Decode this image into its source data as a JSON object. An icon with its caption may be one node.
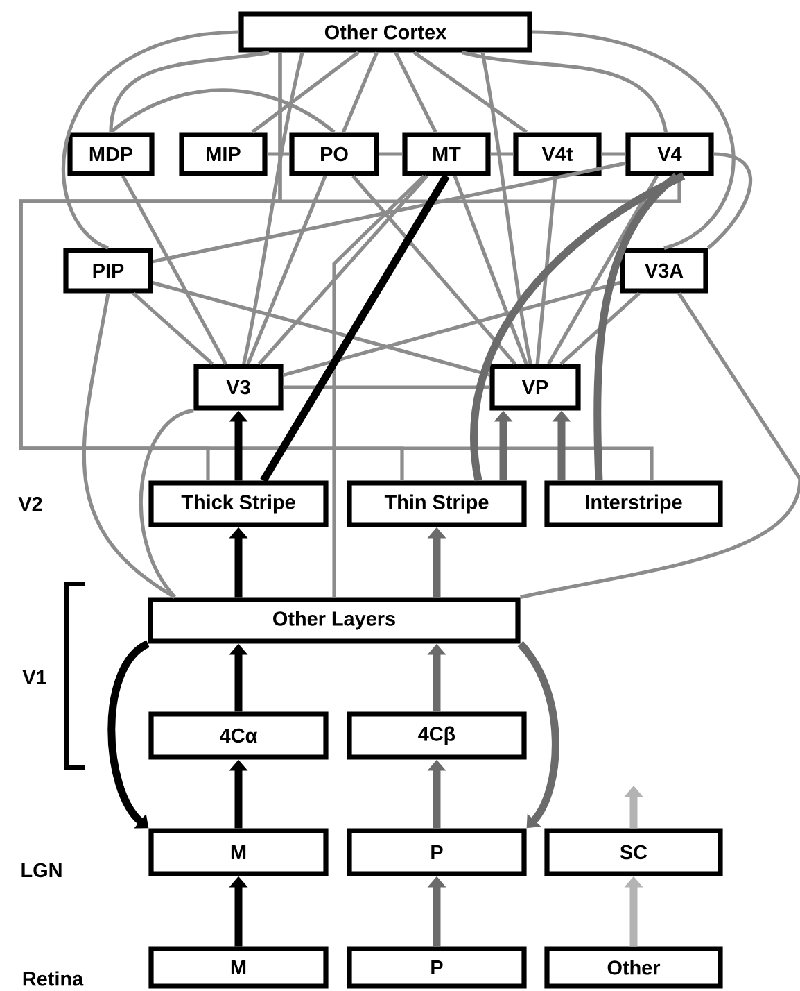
{
  "diagram": {
    "nodes": [
      {
        "text": [
          "Other Cortex"
        ]
      },
      {
        "text": [
          "MDP"
        ]
      },
      {
        "text": [
          "MIP"
        ]
      },
      {
        "text": [
          "PO"
        ]
      },
      {
        "text": [
          "MT"
        ]
      },
      {
        "text": [
          "V4t"
        ]
      },
      {
        "text": [
          "V4"
        ]
      },
      {
        "text": [
          "PIP"
        ]
      },
      {
        "text": [
          "V3A"
        ]
      },
      {
        "text": [
          "V3"
        ]
      },
      {
        "text": [
          "VP"
        ]
      },
      {
        "text": [
          "Thick Stripe"
        ]
      },
      {
        "text": [
          "Thin Stripe"
        ]
      },
      {
        "text": [
          "Interstripe"
        ]
      },
      {
        "text": [
          "Other Layers"
        ]
      },
      {
        "text": [
          "4Cα"
        ]
      },
      {
        "text": [
          "4Cβ"
        ]
      },
      {
        "text": [
          "M"
        ]
      },
      {
        "text": [
          "P"
        ]
      },
      {
        "text": [
          "SC"
        ]
      },
      {
        "text": [
          "M"
        ]
      },
      {
        "text": [
          "P"
        ]
      },
      {
        "text": [
          "Other"
        ]
      }
    ],
    "edges": [
      {
        "from": 0,
        "to": 1,
        "arrow": "none"
      },
      {
        "from": 0,
        "to": 2,
        "arrow": "none"
      },
      {
        "from": 0,
        "to": 3,
        "arrow": "none"
      },
      {
        "from": 0,
        "to": 4,
        "arrow": "none"
      },
      {
        "from": 0,
        "to": 5,
        "arrow": "none"
      },
      {
        "from": 0,
        "to": 6,
        "arrow": "none"
      },
      {
        "from": 0,
        "to": 7,
        "arrow": "none"
      },
      {
        "from": 0,
        "to": 8,
        "arrow": "none"
      },
      {
        "from": 0,
        "to": 9,
        "arrow": "none"
      },
      {
        "from": 0,
        "to": 10,
        "arrow": "none"
      },
      {
        "from": 1,
        "to": 3,
        "arrow": "none"
      },
      {
        "from": 2,
        "to": 3,
        "arrow": "none"
      },
      {
        "from": 3,
        "to": 4,
        "arrow": "none"
      },
      {
        "from": 4,
        "to": 5,
        "arrow": "none"
      },
      {
        "from": 5,
        "to": 6,
        "arrow": "none"
      },
      {
        "from": 7,
        "to": 9,
        "arrow": "none"
      },
      {
        "from": 7,
        "to": 10,
        "arrow": "none"
      },
      {
        "from": 9,
        "to": 10,
        "arrow": "none"
      },
      {
        "from": 3,
        "to": 10,
        "arrow": "none"
      },
      {
        "from": 4,
        "to": 10,
        "arrow": "none"
      },
      {
        "from": 5,
        "to": 10,
        "arrow": "none"
      },
      {
        "from": 6,
        "to": 10,
        "arrow": "none"
      },
      {
        "from": 8,
        "to": 10,
        "arrow": "none"
      },
      {
        "from": 4,
        "to": 9,
        "arrow": "none"
      },
      {
        "from": 3,
        "to": 9,
        "arrow": "none"
      },
      {
        "from": 1,
        "to": 9,
        "arrow": "none"
      },
      {
        "from": 8,
        "to": 9,
        "arrow": "none"
      },
      {
        "from": 7,
        "to": 6,
        "arrow": "none"
      },
      {
        "from": 11,
        "to": 0,
        "arrow": "none"
      },
      {
        "from": 12,
        "to": 0,
        "arrow": "none"
      },
      {
        "from": 13,
        "to": 6,
        "arrow": "none"
      },
      {
        "from": 14,
        "to": 4,
        "arrow": "none"
      },
      {
        "from": 14,
        "to": 8,
        "arrow": "none"
      },
      {
        "from": 14,
        "to": 9,
        "arrow": "none"
      },
      {
        "from": 14,
        "to": 7,
        "arrow": "none"
      },
      {
        "from": 6,
        "to": 8,
        "arrow": "none"
      },
      {
        "from": 20,
        "to": 17,
        "arrow": "to",
        "style": "thick",
        "color": "#000000"
      },
      {
        "from": 17,
        "to": 15,
        "arrow": "to",
        "style": "thick",
        "color": "#000000"
      },
      {
        "from": 15,
        "to": 14,
        "arrow": "to",
        "style": "thick",
        "color": "#000000"
      },
      {
        "from": 14,
        "to": 11,
        "arrow": "to",
        "style": "thick",
        "color": "#000000"
      },
      {
        "from": 11,
        "to": 9,
        "arrow": "to",
        "style": "thick",
        "color": "#000000"
      },
      {
        "from": 11,
        "to": 4,
        "arrow": "none",
        "style": "thick",
        "color": "#000000"
      },
      {
        "from": 14,
        "to": 17,
        "arrow": "to",
        "style": "thick",
        "color": "#000000"
      },
      {
        "from": 21,
        "to": 18,
        "arrow": "to",
        "style": "thick",
        "color": "#6b6b6b"
      },
      {
        "from": 18,
        "to": 16,
        "arrow": "to",
        "style": "thick",
        "color": "#6b6b6b"
      },
      {
        "from": 16,
        "to": 14,
        "arrow": "to",
        "style": "thick",
        "color": "#6b6b6b"
      },
      {
        "from": 14,
        "to": 12,
        "arrow": "to",
        "style": "thick",
        "color": "#6b6b6b"
      },
      {
        "from": 12,
        "to": 10,
        "arrow": "to",
        "style": "thick",
        "color": "#6b6b6b"
      },
      {
        "from": 13,
        "to": 10,
        "arrow": "to",
        "style": "thick",
        "color": "#6b6b6b"
      },
      {
        "from": 12,
        "to": 6,
        "arrow": "none",
        "style": "thick",
        "color": "#6b6b6b"
      },
      {
        "from": 13,
        "to": 6,
        "arrow": "none",
        "style": "thick",
        "color": "#6b6b6b"
      },
      {
        "from": 14,
        "to": 18,
        "arrow": "to",
        "style": "thick",
        "color": "#6b6b6b"
      },
      {
        "from": 22,
        "to": 19,
        "arrow": "to",
        "style": "thick",
        "color": "#b3b3b3"
      },
      {
        "from": 19,
        "to": null,
        "arrow": "to",
        "style": "thick",
        "color": "#b3b3b3"
      }
    ],
    "labels": [
      "V2",
      "V1",
      "LGN",
      "Retina"
    ]
  }
}
